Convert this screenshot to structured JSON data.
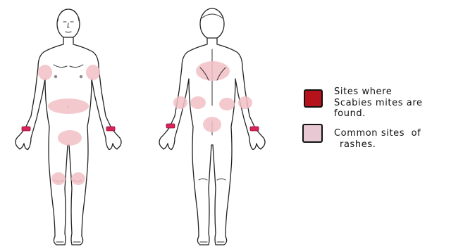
{
  "legend": {
    "items": [
      {
        "key": "mite_sites",
        "color": "#b5121b",
        "lines": [
          "Sites where",
          "Scabies mites are",
          "found."
        ]
      },
      {
        "key": "rash_sites",
        "color": "#e7c8d3",
        "lines": [
          "Common sites  of",
          "rashes."
        ]
      }
    ]
  },
  "colors": {
    "outline": "#222222",
    "rash_overlay": "#f2c0c5",
    "mite_band": "#d8245a",
    "background": "#ffffff"
  },
  "figures": [
    {
      "view": "front",
      "rash_regions": [
        "right-shoulder",
        "left-shoulder",
        "waist",
        "groin",
        "right-knee",
        "left-knee"
      ],
      "mite_regions": [
        "right-wrist",
        "left-wrist"
      ]
    },
    {
      "view": "back",
      "rash_regions": [
        "upper-back",
        "right-elbow-area",
        "left-elbow-area",
        "lower-back-left",
        "lower-back-right",
        "buttocks"
      ],
      "mite_regions": [
        "right-wrist",
        "left-wrist"
      ]
    }
  ]
}
